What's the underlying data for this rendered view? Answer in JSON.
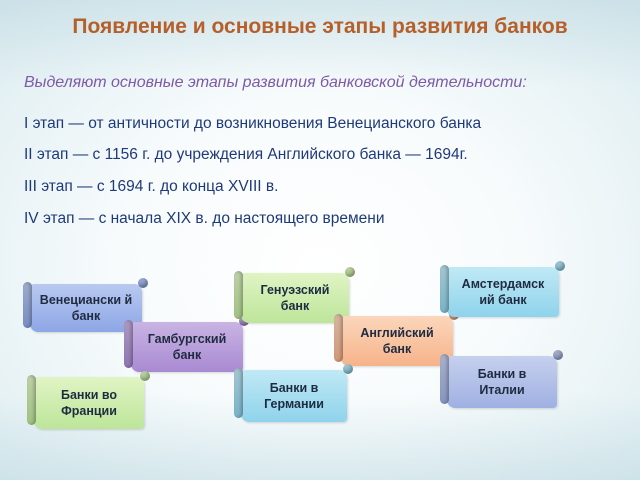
{
  "title": "Появление и основные этапы развития банков",
  "subtitle": "Выделяют  основные этапы развития банковской деятельности:",
  "stages": [
    "I   этап — от античности до возникновения Венецианского банка",
    "II   этап — с 1156 г. до учреждения Английского банка — 1694г.",
    "III  этап — с 1694 г. до конца XVIII в.",
    "IV  этап — с начала XIX в. до настоящего времени"
  ],
  "banks": {
    "venetian": "Венециански й банк",
    "hamburg": "Гамбургский банк",
    "genoese": "Генуэзский банк",
    "english": "Английский банк",
    "amsterdam": "Амстердамск ий банк",
    "france": "Банки во Франции",
    "germany": "Банки в Германии",
    "italy": "Банки в Италии"
  },
  "colors": {
    "title": "#b5602a",
    "subtitle": "#7e5aa6",
    "stages": "#1f3a7a"
  }
}
